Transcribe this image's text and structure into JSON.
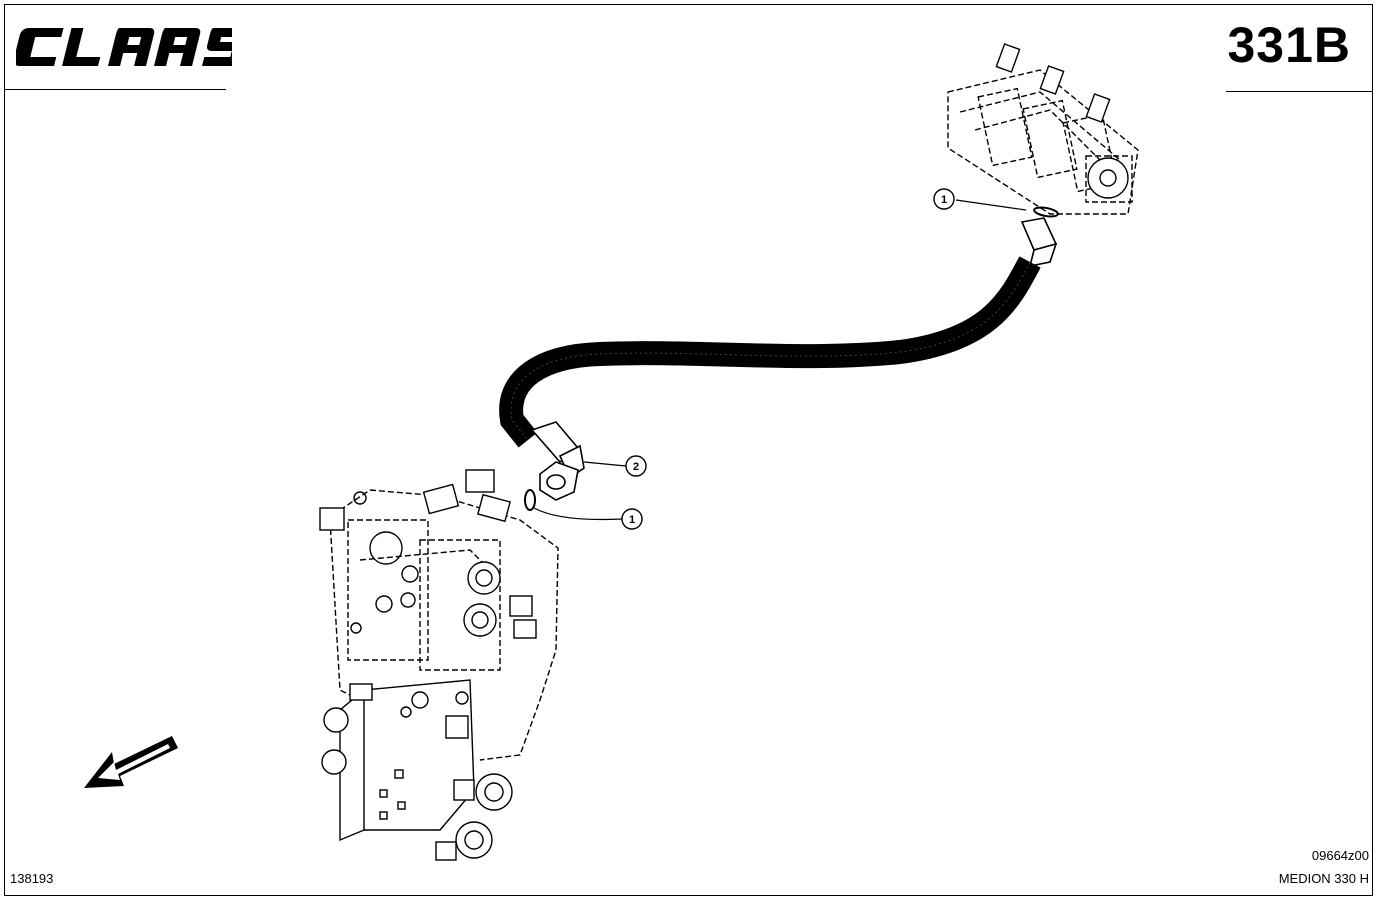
{
  "header": {
    "brand_logo": "CLAAS",
    "page_code": "331B"
  },
  "footer": {
    "document_number": "138193",
    "drawing_number": "09664z00",
    "model": "MEDION 330 H"
  },
  "callouts": [
    {
      "id": "callout-1-top",
      "label": "1"
    },
    {
      "id": "callout-2",
      "label": "2"
    },
    {
      "id": "callout-1-bottom",
      "label": "1"
    }
  ],
  "icons": {
    "direction_arrow": "travel-direction-arrow-icon"
  },
  "colors": {
    "ink": "#000000",
    "paper": "#ffffff"
  }
}
